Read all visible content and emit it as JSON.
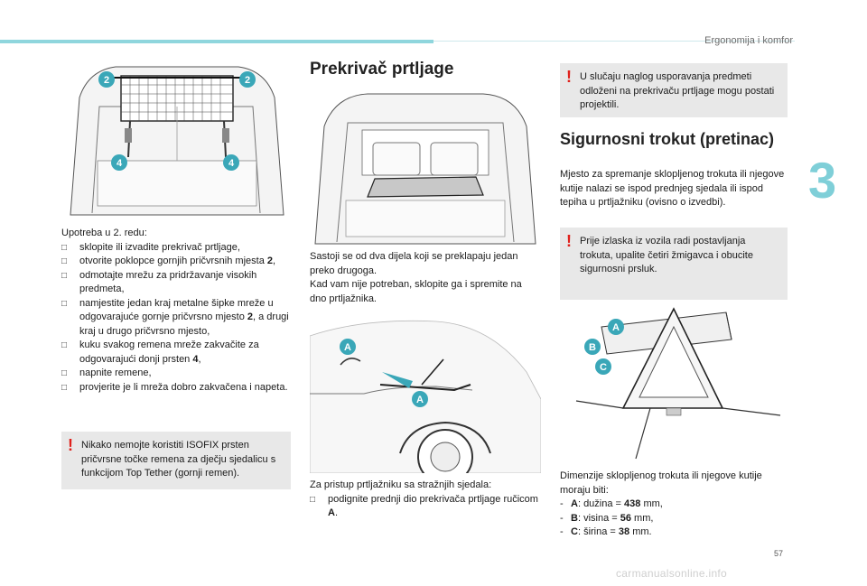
{
  "header": {
    "section_title": "Ergonomija i komfor",
    "chapter_number": "3"
  },
  "page_number": "57",
  "watermark": "carmanualsonline.info",
  "col1": {
    "intro": "Upotreba u 2. redu:",
    "steps": [
      {
        "pre": "sklopite ili izvadite prekrivač prtljage,",
        "bold": "",
        "post": ""
      },
      {
        "pre": "otvorite poklopce gornjih pričvrsnih mjesta ",
        "bold": "2",
        "post": ","
      },
      {
        "pre": "odmotajte mrežu za pridržavanje visokih predmeta,",
        "bold": "",
        "post": ""
      },
      {
        "pre": "namjestite jedan kraj metalne šipke mreže u odgovarajuće gornje pričvrsno mjesto ",
        "bold": "2",
        "post": ", a drugi kraj u drugo pričvrsno mjesto,"
      },
      {
        "pre": "kuku svakog remena mreže zakvačite za odgovarajući donji prsten ",
        "bold": "4",
        "post": ","
      },
      {
        "pre": "napnite remene,",
        "bold": "",
        "post": ""
      },
      {
        "pre": "provjerite je li mreža dobro zakvačena i napeta.",
        "bold": "",
        "post": ""
      }
    ],
    "warning": "Nikako nemojte koristiti ISOFIX prsten pričvrsne točke remena za dječju sjedalicu s funkcijom Top Tether (gornji remen).",
    "callouts": [
      "2",
      "2",
      "4",
      "4"
    ]
  },
  "col2": {
    "heading": "Prekrivač prtljage",
    "para1": "Sastoji se od dva dijela koji se preklapaju jedan preko drugoga.",
    "para2": "Kad vam nije potreban, sklopite ga i spremite na dno prtljažnika.",
    "access_intro": "Za pristup prtljažniku sa stražnjih sjedala:",
    "access_step_pre": "podignite prednji dio prekrivača prtljage ručicom ",
    "access_step_bold": "A",
    "access_step_post": ".",
    "callouts": [
      "A",
      "A"
    ]
  },
  "col3": {
    "warning1": "U slučaju naglog usporavanja predmeti odloženi na prekrivaču prtljage mogu postati projektili.",
    "heading": "Sigurnosni trokut (pretinac)",
    "para": "Mjesto za spremanje sklopljenog trokuta ili njegove kutije nalazi se ispod prednjeg sjedala ili ispod tepiha u prtljažniku (ovisno o izvedbi).",
    "warning2": "Prije izlaska iz vozila radi postavljanja trokuta, upalite četiri žmigavca i obucite sigurnosni prsluk.",
    "dims_intro": "Dimenzije sklopljenog trokuta ili njegove kutije moraju biti:",
    "dims": [
      {
        "letter": "A",
        "label": ": dužina = ",
        "value": "438",
        "unit": " mm,"
      },
      {
        "letter": "B",
        "label": ": visina = ",
        "value": "56",
        "unit": " mm,"
      },
      {
        "letter": "C",
        "label": ": širina = ",
        "value": "38",
        "unit": " mm."
      }
    ],
    "callouts": [
      "A",
      "B",
      "C"
    ]
  },
  "colors": {
    "accent": "#7fcfd8",
    "warning_bg": "#e8e8e8",
    "warning_mark": "#e0201b",
    "callout": "#3aa7b8"
  }
}
